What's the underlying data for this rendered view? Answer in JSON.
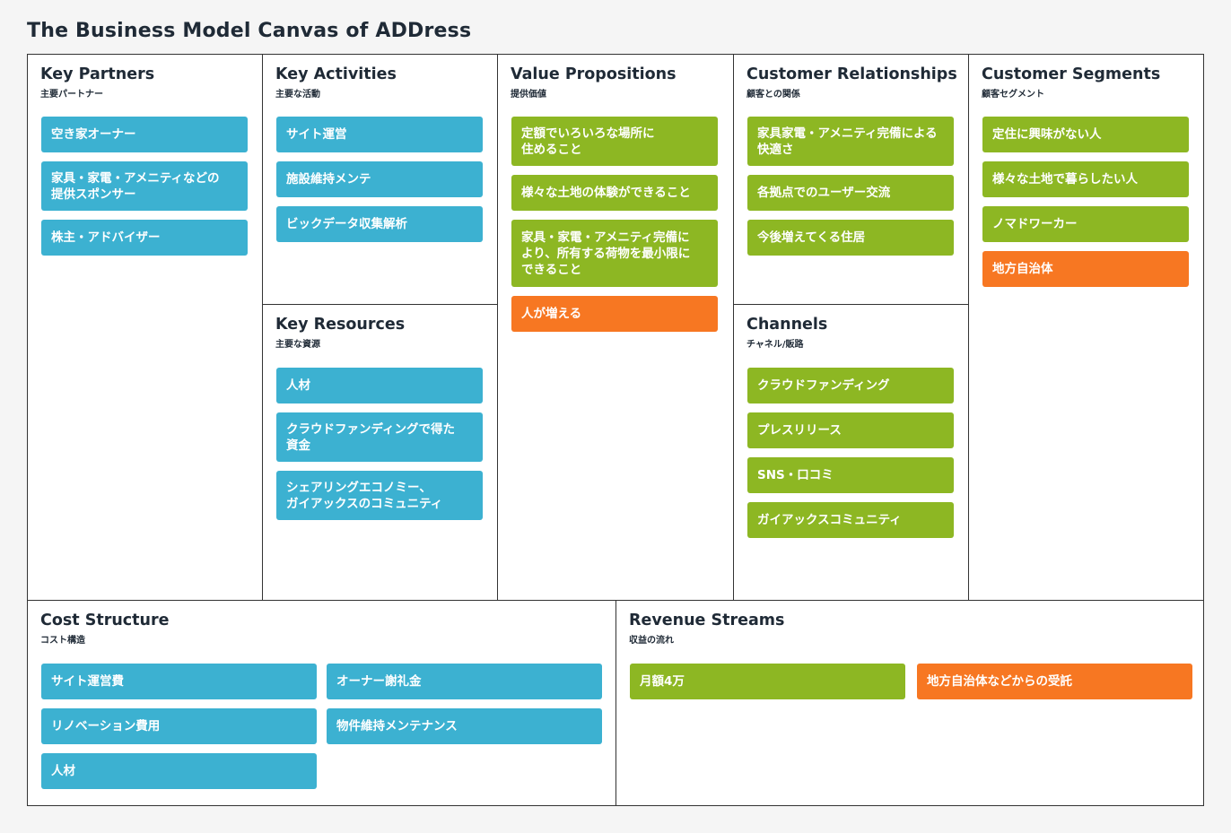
{
  "title": "The Business Model Canvas of ADDress",
  "colors": {
    "partner": "#3cb1d1",
    "customer": "#8db723",
    "highlight": "#f77722"
  },
  "key_partners": {
    "title": "Key Partners",
    "subtitle": "主要パートナー",
    "items": [
      {
        "label": "空き家オーナー",
        "color": "blue"
      },
      {
        "label": "家具・家電・アメニティなどの\n提供スポンサー",
        "color": "blue"
      },
      {
        "label": "株主・アドバイザー",
        "color": "blue"
      }
    ]
  },
  "key_activities": {
    "title": "Key Activities",
    "subtitle": "主要な活動",
    "items": [
      {
        "label": "サイト運営",
        "color": "blue"
      },
      {
        "label": "施設維持メンテ",
        "color": "blue"
      },
      {
        "label": "ビックデータ収集解析",
        "color": "blue"
      }
    ]
  },
  "key_resources": {
    "title": "Key Resources",
    "subtitle": "主要な資源",
    "items": [
      {
        "label": "人材",
        "color": "blue"
      },
      {
        "label": "クラウドファンディングで得た\n資金",
        "color": "blue"
      },
      {
        "label": "シェアリングエコノミー、\nガイアックスのコミュニティ",
        "color": "blue"
      }
    ]
  },
  "value_propositions": {
    "title": "Value Propositions",
    "subtitle": "提供価値",
    "items": [
      {
        "label": "定額でいろいろな場所に\n住めること",
        "color": "green"
      },
      {
        "label": "様々な土地の体験ができること",
        "color": "green"
      },
      {
        "label": "家具・家電・アメニティ完備に\nより、所有する荷物を最小限に\nできること",
        "color": "green"
      },
      {
        "label": "人が増える",
        "color": "orange"
      }
    ]
  },
  "customer_relationships": {
    "title": "Customer Relationships",
    "subtitle": "顧客との関係",
    "items": [
      {
        "label": "家具家電・アメニティ完備による\n快適さ",
        "color": "green"
      },
      {
        "label": "各拠点でのユーザー交流",
        "color": "green"
      },
      {
        "label": "今後増えてくる住居",
        "color": "green"
      }
    ]
  },
  "channels": {
    "title": "Channels",
    "subtitle": "チャネル/販路",
    "items": [
      {
        "label": "クラウドファンディング",
        "color": "green"
      },
      {
        "label": "プレスリリース",
        "color": "green"
      },
      {
        "label": "SNS・口コミ",
        "color": "green"
      },
      {
        "label": "ガイアックスコミュニティ",
        "color": "green"
      }
    ]
  },
  "customer_segments": {
    "title": "Customer Segments",
    "subtitle": "顧客セグメント",
    "items": [
      {
        "label": "定住に興味がない人",
        "color": "green"
      },
      {
        "label": "様々な土地で暮らしたい人",
        "color": "green"
      },
      {
        "label": "ノマドワーカー",
        "color": "green"
      },
      {
        "label": "地方自治体",
        "color": "orange"
      }
    ]
  },
  "cost_structure": {
    "title": "Cost Structure",
    "subtitle": "コスト構造",
    "items": [
      {
        "label": "サイト運営費",
        "color": "blue"
      },
      {
        "label": "オーナー謝礼金",
        "color": "blue"
      },
      {
        "label": "リノベーション費用",
        "color": "blue"
      },
      {
        "label": "物件維持メンテナンス",
        "color": "blue"
      },
      {
        "label": "人材",
        "color": "blue"
      }
    ]
  },
  "revenue_streams": {
    "title": "Revenue Streams",
    "subtitle": "収益の流れ",
    "items": [
      {
        "label": "月額4万",
        "color": "green"
      },
      {
        "label": "地方自治体などからの受託",
        "color": "orange"
      }
    ]
  }
}
